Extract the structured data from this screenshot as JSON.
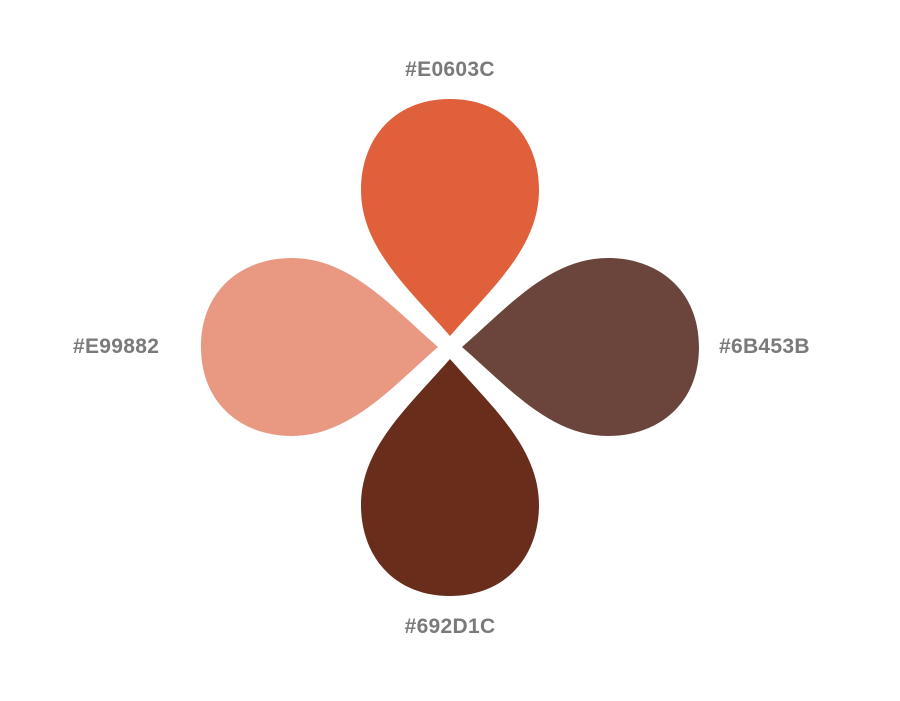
{
  "palette": {
    "swatches": [
      {
        "position": "top",
        "hex_label": "#E0603C",
        "color": "#E0603C"
      },
      {
        "position": "right",
        "hex_label": "#6B453B",
        "color": "#6B453B"
      },
      {
        "position": "bottom",
        "hex_label": "#692D1C",
        "color": "#692D1C"
      },
      {
        "position": "left",
        "hex_label": "#E99882",
        "color": "#E99882"
      }
    ],
    "text_color": "#7A7A7A",
    "background": "#FFFFFF"
  }
}
